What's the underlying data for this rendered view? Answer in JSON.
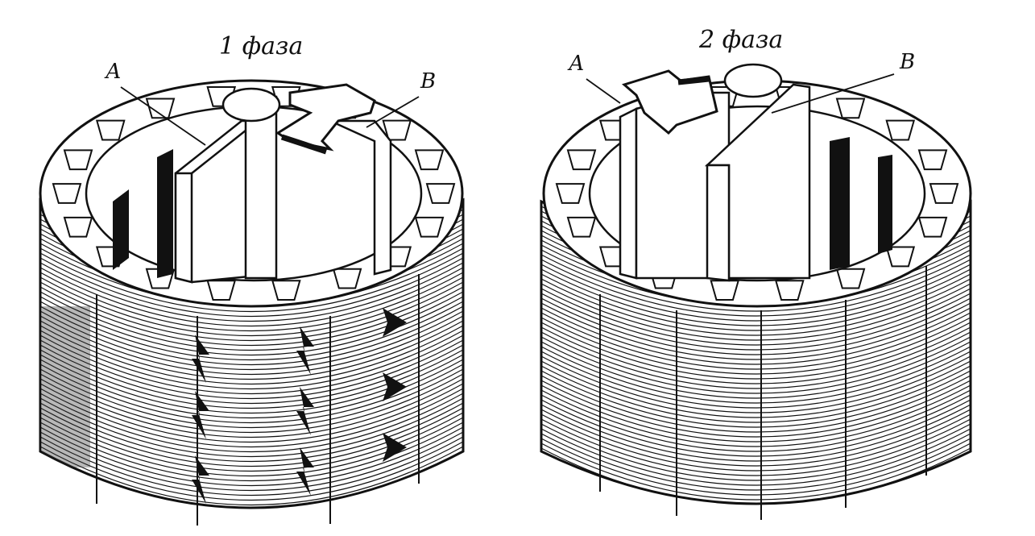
{
  "phases": [
    {
      "title": "1 фаза",
      "label_a": "А",
      "label_b": "В"
    },
    {
      "title": "2 фаза",
      "label_a": "А",
      "label_b": "В"
    }
  ],
  "colors": {
    "ink": "#111111",
    "paper": "#ffffff"
  }
}
